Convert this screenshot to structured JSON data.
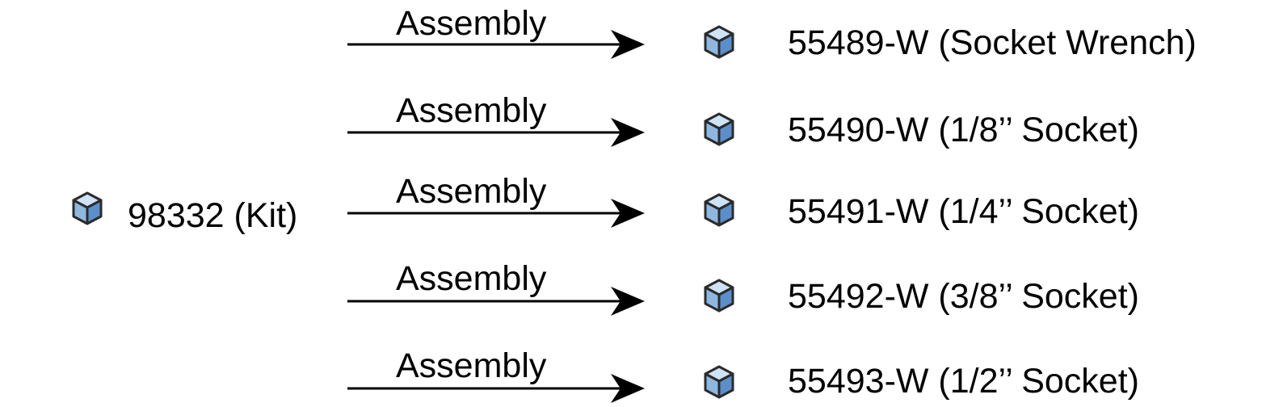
{
  "source": {
    "label": "98332 (Kit)",
    "icon": "cube-icon"
  },
  "edges": [
    {
      "label": "Assembly",
      "target": "55489-W (Socket Wrench)",
      "icon": "cube-icon"
    },
    {
      "label": "Assembly",
      "target": "55490-W (1/8’’ Socket)",
      "icon": "cube-icon"
    },
    {
      "label": "Assembly",
      "target": "55491-W (1/4’’ Socket)",
      "icon": "cube-icon"
    },
    {
      "label": "Assembly",
      "target": "55492-W (3/8’’ Socket)",
      "icon": "cube-icon"
    },
    {
      "label": "Assembly",
      "target": "55493-W (1/2’’ Socket)",
      "icon": "cube-icon"
    }
  ],
  "colors": {
    "cube_top": "#cfe3f6",
    "cube_left": "#8fb8e0",
    "cube_right": "#5b8fcb",
    "cube_outline": "#2b2b2b",
    "arrow": "#000000"
  }
}
